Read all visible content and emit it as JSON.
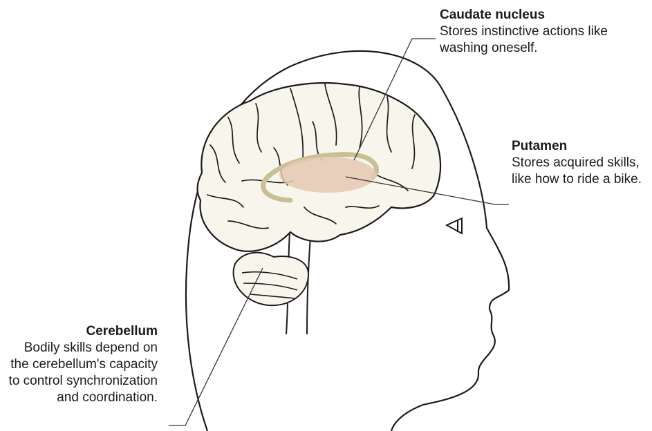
{
  "labels": {
    "caudate": {
      "title": "Caudate nucleus",
      "description": "Stores instinctive actions like washing oneself."
    },
    "putamen": {
      "title": "Putamen",
      "description": "Stores acquired skills, like how to ride a bike."
    },
    "cerebellum": {
      "title": "Cerebellum",
      "description": "Bodily skills depend on the cerebellum's capacity to control synchronization and coordination."
    }
  },
  "colors": {
    "outline": "#1a1a1a",
    "brain_fill": "#f8f6ec",
    "putamen_fill": "#e4c8b4",
    "caudate_stroke": "#c9bf94",
    "leader_line": "#333333"
  }
}
